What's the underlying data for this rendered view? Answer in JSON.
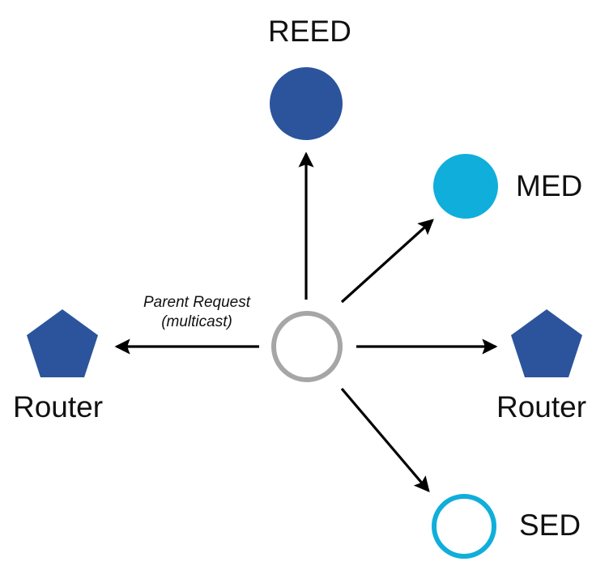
{
  "diagram": {
    "title_visible": false,
    "background_color": "#ffffff",
    "colors": {
      "router_blue": "#2B549C",
      "reed_blue": "#2B549C",
      "med_cyan": "#10AEDA",
      "sed_cyan": "#10AEDA",
      "center_gray": "#A6A6A6",
      "arrow_black": "#000000",
      "text_black": "#111111"
    },
    "center_node": {
      "name": "joining-device",
      "shape": "circle-outline",
      "fill": "none",
      "stroke": "#A6A6A6",
      "label": ""
    },
    "edge_label": {
      "text": "Parent Request\n(multicast)",
      "line1": "Parent Request",
      "line2": "(multicast)",
      "style": "italic"
    },
    "nodes": [
      {
        "id": "reed",
        "label": "REED",
        "shape": "circle",
        "fill": "#2B549C",
        "label_position": "above"
      },
      {
        "id": "med",
        "label": "MED",
        "shape": "circle",
        "fill": "#10AEDA",
        "label_position": "right"
      },
      {
        "id": "router-right",
        "label": "Router",
        "shape": "pentagon",
        "fill": "#2B549C",
        "label_position": "below"
      },
      {
        "id": "sed",
        "label": "SED",
        "shape": "circle-outline",
        "fill": "none",
        "stroke": "#10AEDA",
        "label_position": "right"
      },
      {
        "id": "router-left",
        "label": "Router",
        "shape": "pentagon",
        "fill": "#2B549C",
        "label_position": "below"
      }
    ],
    "arrows": [
      {
        "id": "arrow-to-reed",
        "from": "center",
        "to": "reed",
        "direction": "up"
      },
      {
        "id": "arrow-to-med",
        "from": "center",
        "to": "med",
        "direction": "up-right"
      },
      {
        "id": "arrow-to-router-right",
        "from": "center",
        "to": "router-right",
        "direction": "right"
      },
      {
        "id": "arrow-to-sed",
        "from": "center",
        "to": "sed",
        "direction": "down-right"
      },
      {
        "id": "arrow-to-router-left",
        "from": "center",
        "to": "router-left",
        "direction": "left"
      }
    ]
  }
}
